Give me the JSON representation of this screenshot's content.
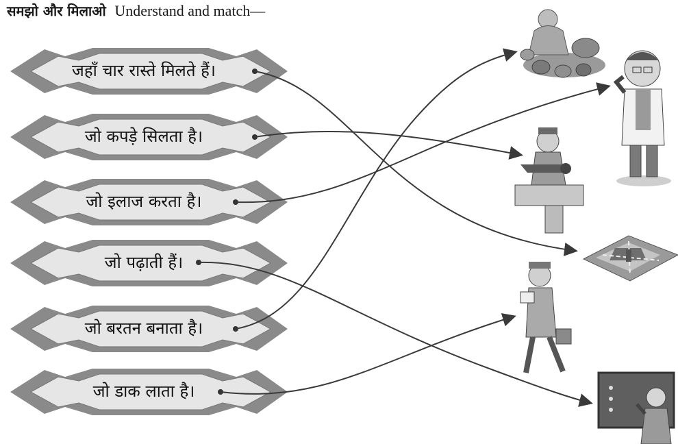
{
  "header": {
    "title_hindi": "समझो और मिलाओ",
    "title_english": "Understand and match—"
  },
  "clues": [
    {
      "text": "जहाँ चार रास्ते मिलते हैं।"
    },
    {
      "text": "जो कपड़े सिलता है।"
    },
    {
      "text": "जो इलाज करता है।"
    },
    {
      "text": "जो पढ़ाती हैं।"
    },
    {
      "text": "जो बरतन बनाता है।"
    },
    {
      "text": "जो डाक लाता है।"
    }
  ],
  "pictures": [
    {
      "name": "potter-picture",
      "icon": "potter-icon"
    },
    {
      "name": "doctor-picture",
      "icon": "doctor-icon"
    },
    {
      "name": "tailor-picture",
      "icon": "tailor-icon"
    },
    {
      "name": "crossroads-picture",
      "icon": "crossroads-icon"
    },
    {
      "name": "postman-picture",
      "icon": "postman-icon"
    },
    {
      "name": "teacher-picture",
      "icon": "teacher-icon"
    }
  ],
  "matches": [
    {
      "clue": "जहाँ चार रास्ते मिलते हैं।",
      "picture": "crossroads-picture"
    },
    {
      "clue": "जो कपड़े सिलता है।",
      "picture": "tailor-picture"
    },
    {
      "clue": "जो इलाज करता है।",
      "picture": "doctor-picture"
    },
    {
      "clue": "जो पढ़ाती हैं।",
      "picture": "teacher-picture"
    },
    {
      "clue": "जो बरतन बनाता है।",
      "picture": "potter-picture"
    },
    {
      "clue": "जो डाक लाता है।",
      "picture": "postman-picture"
    }
  ],
  "colors": {
    "banner_outer": "#8a8a8a",
    "banner_inner": "#e6e6e6",
    "line": "#3a3a3a"
  }
}
